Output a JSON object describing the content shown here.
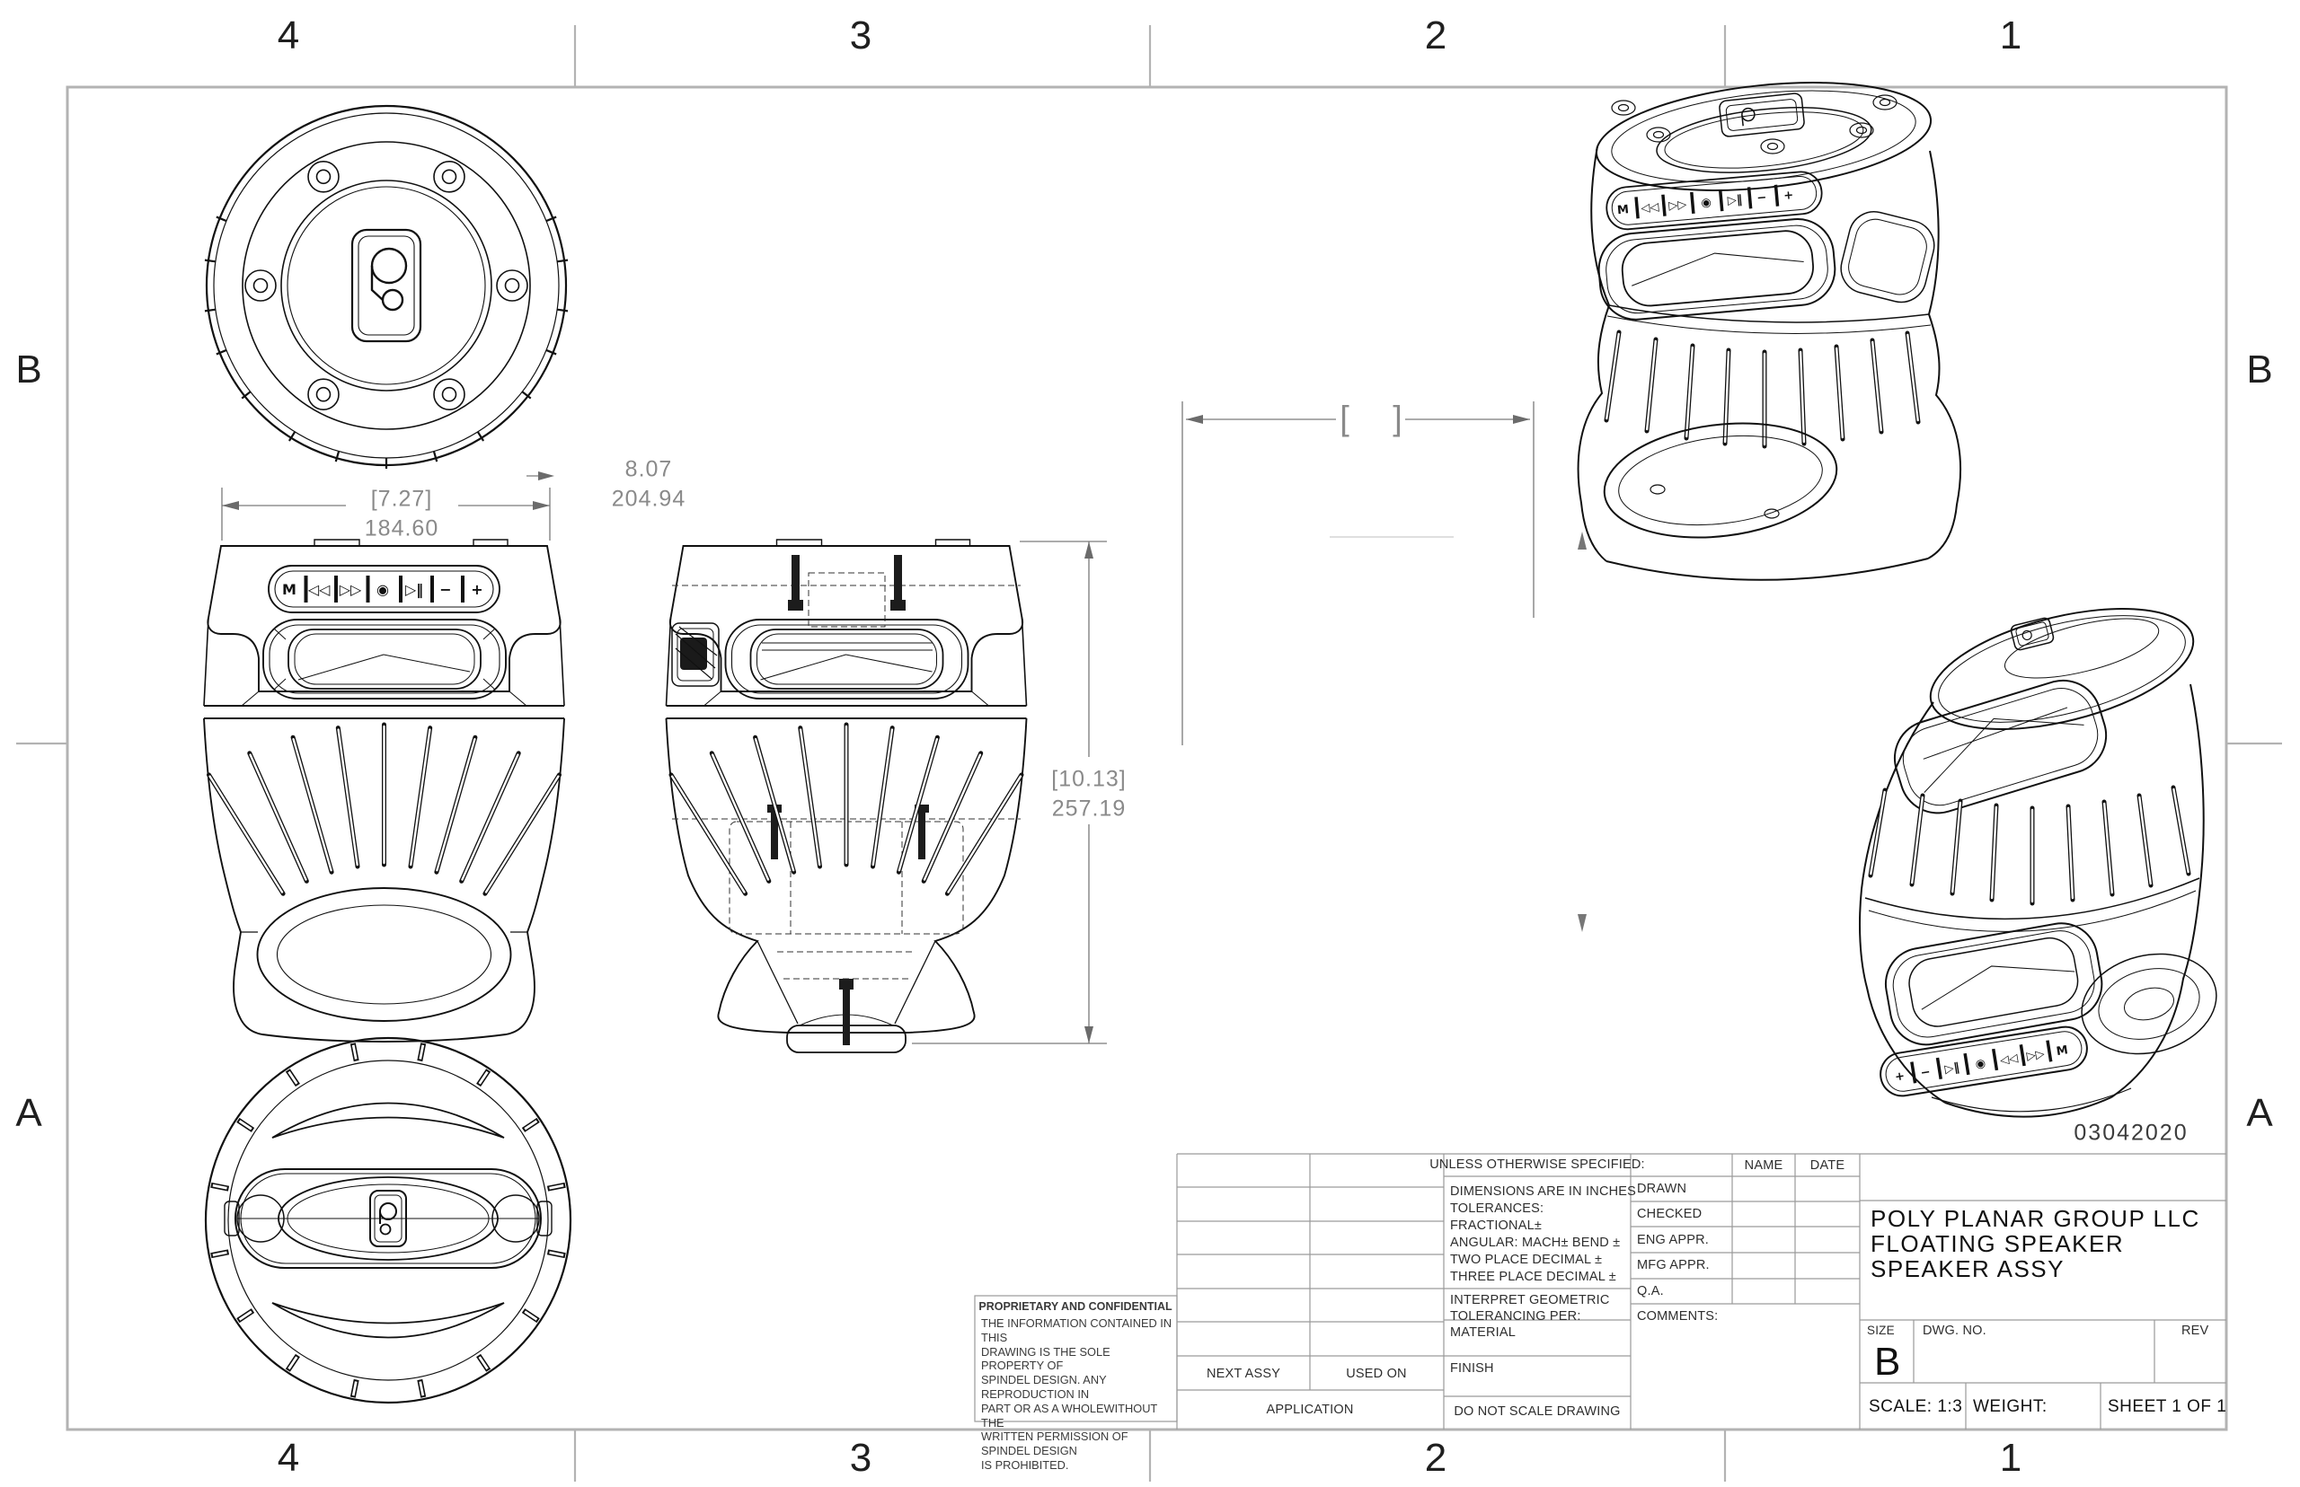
{
  "sheet": {
    "zone_cols": [
      "4",
      "3",
      "2",
      "1"
    ],
    "zone_rows": [
      "B",
      "A"
    ],
    "date_stamp": "03042020",
    "line_color": "#111111",
    "frame_color": "#b3b3b3",
    "dim_color": "#8a8a8a"
  },
  "dimensions": {
    "width_in": "[7.27]",
    "width_mm": "184.60",
    "depth_in": "8.07",
    "depth_mm": "204.94",
    "height_in": "[10.13]",
    "height_mm": "257.19",
    "ref_bracket_open": "[",
    "ref_bracket_close": "]"
  },
  "controls": {
    "buttons": [
      "M",
      "◁◁",
      "▷▷",
      "◉",
      "▷‖",
      "−",
      "+"
    ],
    "buttons_reversed": [
      "+",
      "−",
      "▷‖",
      "◉",
      "◁◁",
      "▷▷",
      "M"
    ]
  },
  "title_block": {
    "proprietary": {
      "heading": "PROPRIETARY AND CONFIDENTIAL",
      "lines": [
        "THE INFORMATION CONTAINED IN THIS",
        "DRAWING IS THE SOLE PROPERTY OF",
        "SPINDEL DESIGN.  ANY REPRODUCTION IN",
        "PART OR AS A WHOLEWITHOUT THE",
        "WRITTEN PERMISSION OF SPINDEL DESIGN",
        "IS PROHIBITED."
      ]
    },
    "application": {
      "next_assy": "NEXT ASSY",
      "used_on": "USED ON",
      "application": "APPLICATION"
    },
    "tolerance": {
      "unless": "UNLESS OTHERWISE SPECIFIED:",
      "lines": [
        "DIMENSIONS ARE IN INCHES",
        "TOLERANCES:",
        "FRACTIONAL±",
        "ANGULAR: MACH±     BEND ±",
        "TWO PLACE DECIMAL     ±",
        "THREE PLACE DECIMAL  ±"
      ],
      "interpret1": "INTERPRET GEOMETRIC",
      "interpret2": "TOLERANCING PER:",
      "material": "MATERIAL",
      "finish": "FINISH",
      "do_not_scale": "DO NOT SCALE DRAWING"
    },
    "approvals": {
      "name": "NAME",
      "date": "DATE",
      "rows": [
        "DRAWN",
        "CHECKED",
        "ENG APPR.",
        "MFG APPR.",
        "Q.A."
      ],
      "comments": "COMMENTS:"
    },
    "title": {
      "line1": "POLY PLANAR GROUP LLC",
      "line2": "FLOATING SPEAKER",
      "line3": "SPEAKER ASSY"
    },
    "size_label": "SIZE",
    "size": "B",
    "dwg_label": "DWG.  NO.",
    "rev_label": "REV",
    "scale": "SCALE: 1:3",
    "weight": "WEIGHT:",
    "sheet": "SHEET 1 OF 1"
  }
}
